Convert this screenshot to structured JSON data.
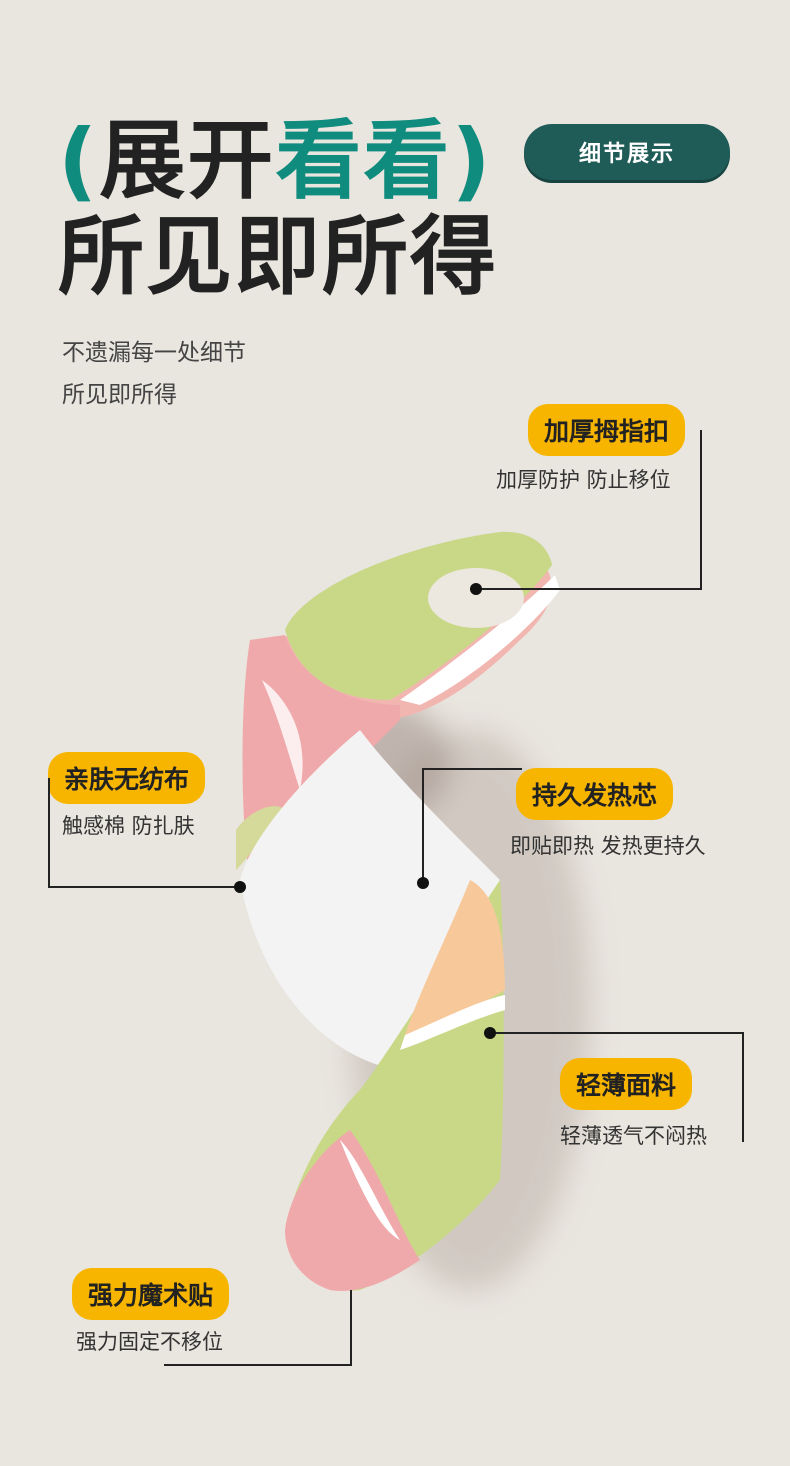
{
  "hero": {
    "open_paren": "(",
    "title_1a": "展开",
    "title_1b": "看看",
    "close_paren": ")",
    "title_2": "所见即所得",
    "subtitle_1": "不遗漏每一处细节",
    "subtitle_2": "所见即所得"
  },
  "badge": {
    "label": "细节展示"
  },
  "features": [
    {
      "title": "加厚拇指扣",
      "desc": "加厚防护 防止移位"
    },
    {
      "title": "亲肤无纺布",
      "desc": "触感棉 防扎肤"
    },
    {
      "title": "持久发热芯",
      "desc": "即贴即热 发热更持久"
    },
    {
      "title": "轻薄面料",
      "desc": "轻薄透气不闷热"
    },
    {
      "title": "强力魔术贴",
      "desc": "强力固定不移位"
    }
  ],
  "colors": {
    "accent": "#0f8c7e",
    "tag": "#f7b500",
    "badge": "#1f5c58",
    "green": "#c8d887",
    "pink": "#f0a9aa",
    "peach": "#f7c99a"
  }
}
